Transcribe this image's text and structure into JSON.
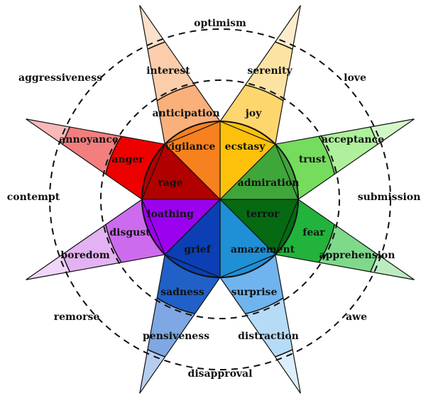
{
  "title": "Plutchik's wheel of emotions",
  "petals": [
    {
      "id": "joy",
      "angle": 67.5,
      "inner": "ecstasy",
      "middle": "joy",
      "outer": "serenity",
      "colors": [
        "#fdc10c",
        "#fdd66e",
        "#fde3a3",
        "#fdeccb"
      ]
    },
    {
      "id": "trust",
      "angle": 22.5,
      "inner": "admiration",
      "middle": "trust",
      "outer": "acceptance",
      "colors": [
        "#3fa63a",
        "#75dc5e",
        "#aef09b",
        "#d4f7c8"
      ]
    },
    {
      "id": "fear",
      "angle": -22.5,
      "inner": "terror",
      "middle": "fear",
      "outer": "apprehension",
      "colors": [
        "#056a12",
        "#22b33c",
        "#7ed98a",
        "#bdebc0"
      ]
    },
    {
      "id": "surprise",
      "angle": -67.5,
      "inner": "amazement",
      "middle": "surprise",
      "outer": "distraction",
      "colors": [
        "#1f8fd6",
        "#6fb4ee",
        "#b6dbf6",
        "#dcedfb"
      ]
    },
    {
      "id": "sadness",
      "angle": -112.5,
      "inner": "grief",
      "middle": "sadness",
      "outer": "pensiveness",
      "colors": [
        "#0b3fb3",
        "#2160c6",
        "#7ea7e4",
        "#b7cdf0"
      ]
    },
    {
      "id": "disgust",
      "angle": -157.5,
      "inner": "loathing",
      "middle": "disgust",
      "outer": "boredom",
      "colors": [
        "#9a02ee",
        "#cc6bee",
        "#e3b2f2",
        "#f0d6f8"
      ]
    },
    {
      "id": "anger",
      "angle": 157.5,
      "inner": "rage",
      "middle": "anger",
      "outer": "annoyance",
      "colors": [
        "#b10000",
        "#ef0000",
        "#f37e7e",
        "#f8b8b8"
      ]
    },
    {
      "id": "anticipation",
      "angle": 112.5,
      "inner": "vigilance",
      "middle": "anticipation",
      "outer": "interest",
      "colors": [
        "#f7811f",
        "#f9b07b",
        "#fbcdab",
        "#fbe0cc"
      ]
    }
  ],
  "dyads": {
    "optimism": "optimism",
    "love": "love",
    "submission": "submission",
    "awe": "awe",
    "disapproval": "disapproval",
    "remorse": "remorse",
    "contempt": "contempt",
    "aggressiveness": "aggressiveness"
  }
}
